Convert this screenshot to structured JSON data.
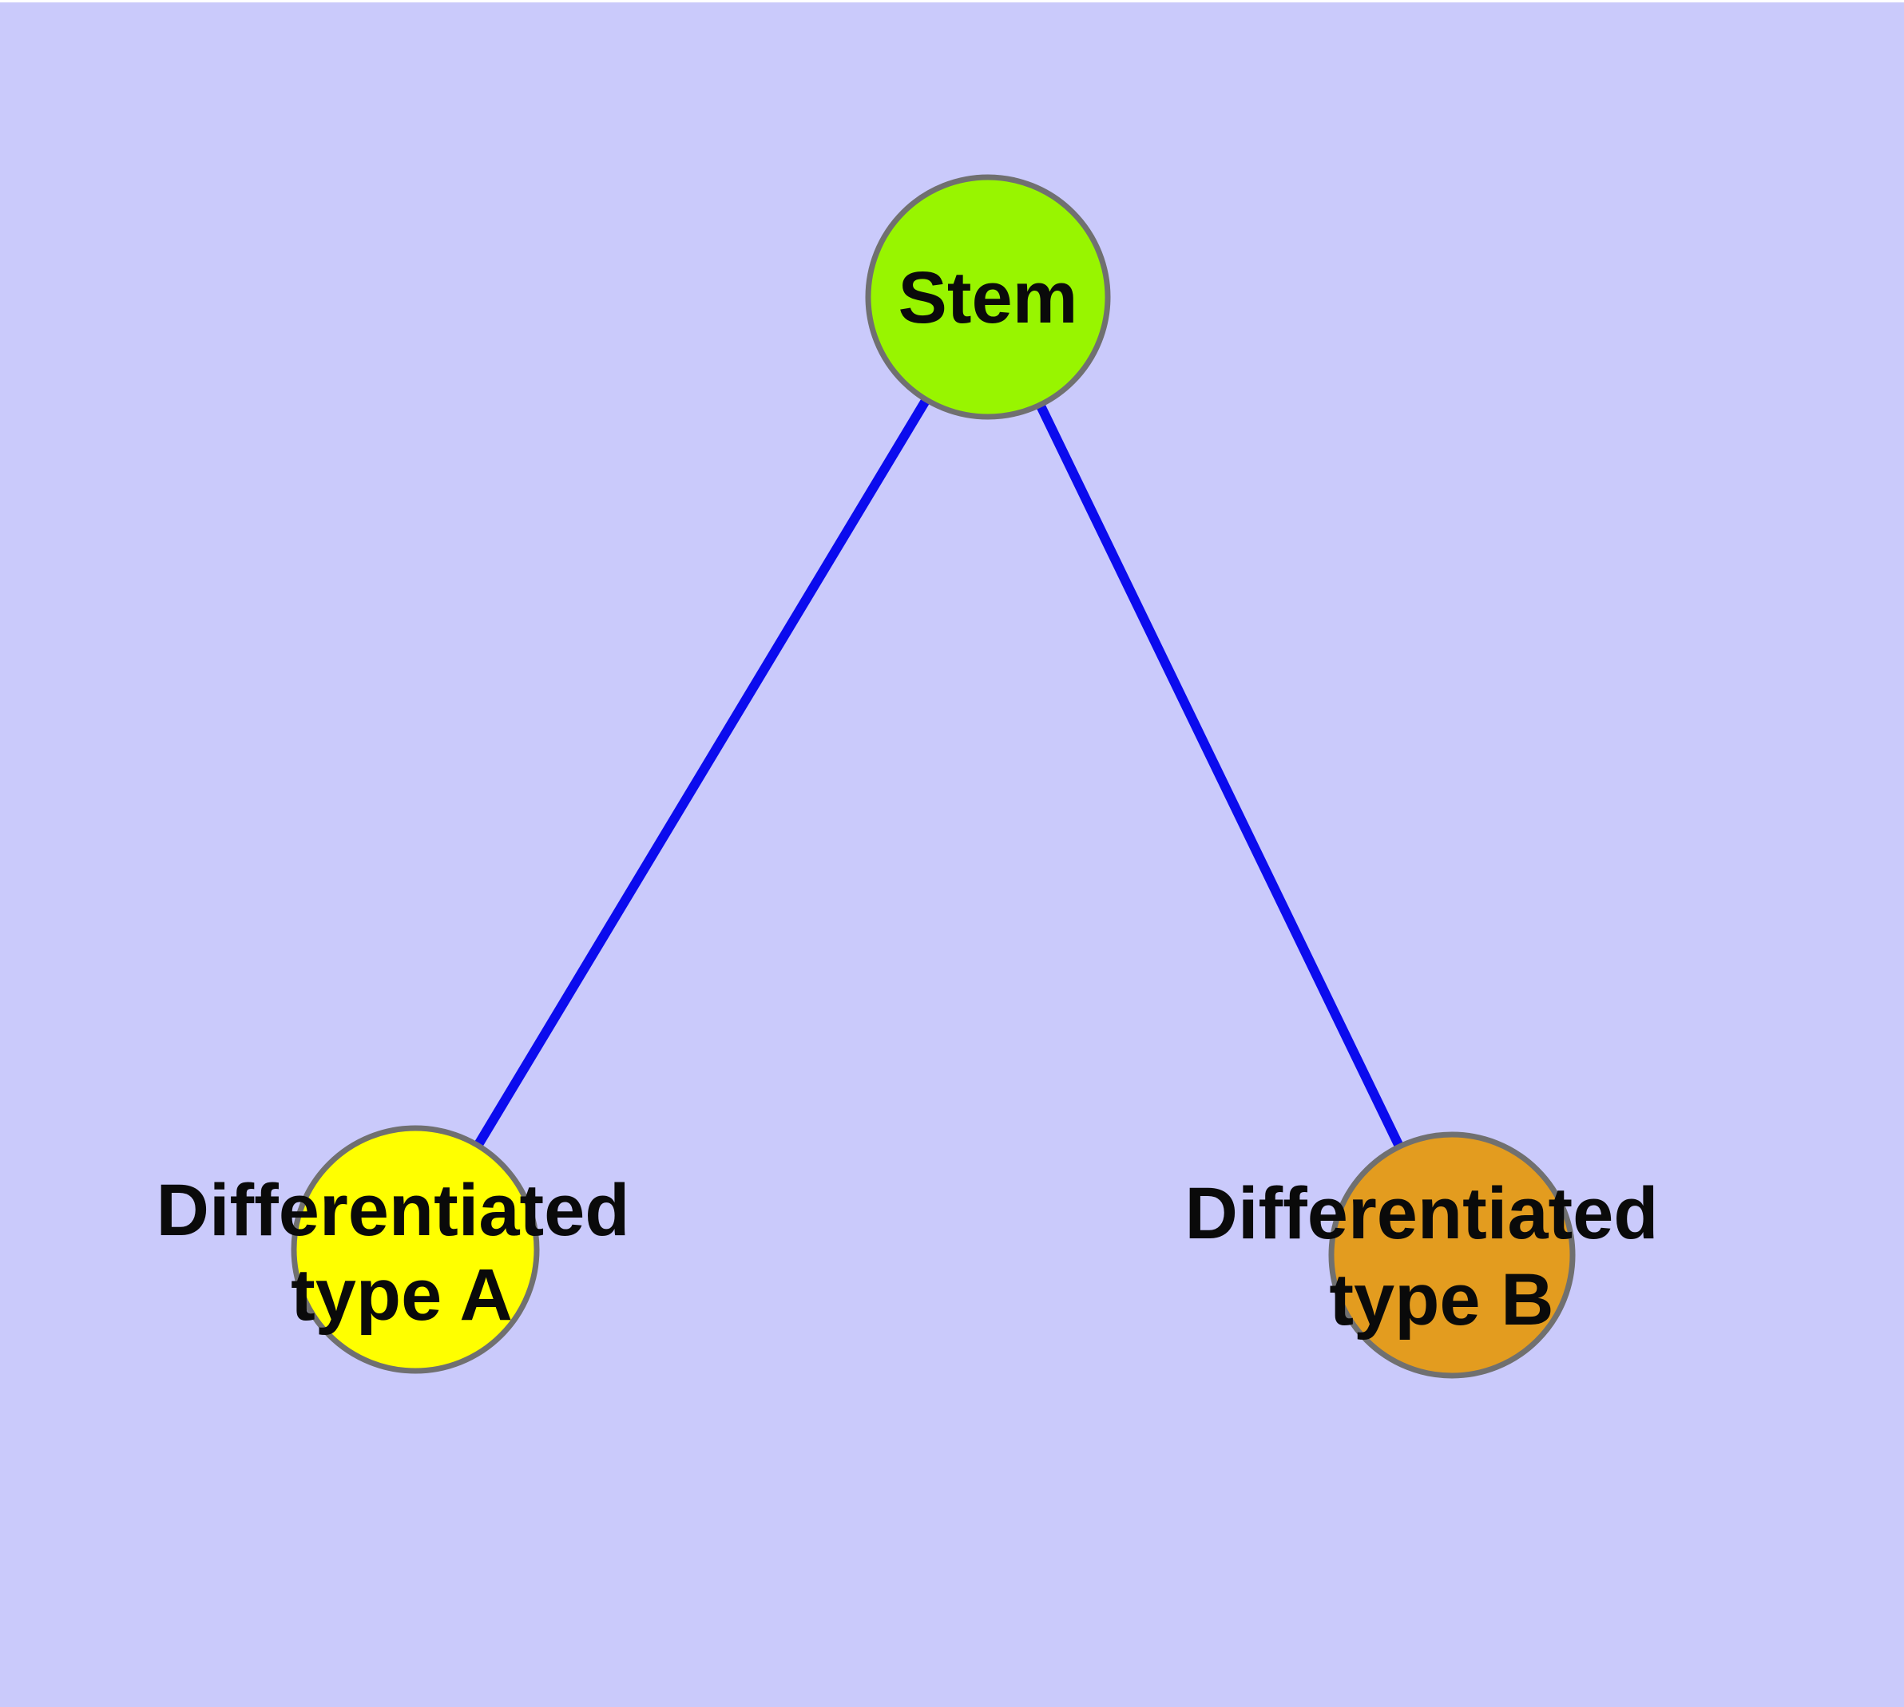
{
  "figure": {
    "background": "#CACAFB",
    "top_margin_color": "#FFFFFF"
  },
  "palette": {
    "edge": "#0B0BEE",
    "node_border": "#707070",
    "label_text": "#0A0A0A"
  },
  "nodes": {
    "stem": {
      "label": "Stem",
      "fill": "#98F500"
    },
    "diff_a": {
      "label_line1": "Differentiated",
      "label_line2": "type A",
      "fill": "#FFFF00"
    },
    "diff_b": {
      "label_line1": "Differentiated",
      "label_line2": "type B",
      "fill": "#E39C1F"
    }
  },
  "edges": [
    {
      "from": "stem",
      "to": "diff_a"
    },
    {
      "from": "stem",
      "to": "diff_b"
    }
  ]
}
